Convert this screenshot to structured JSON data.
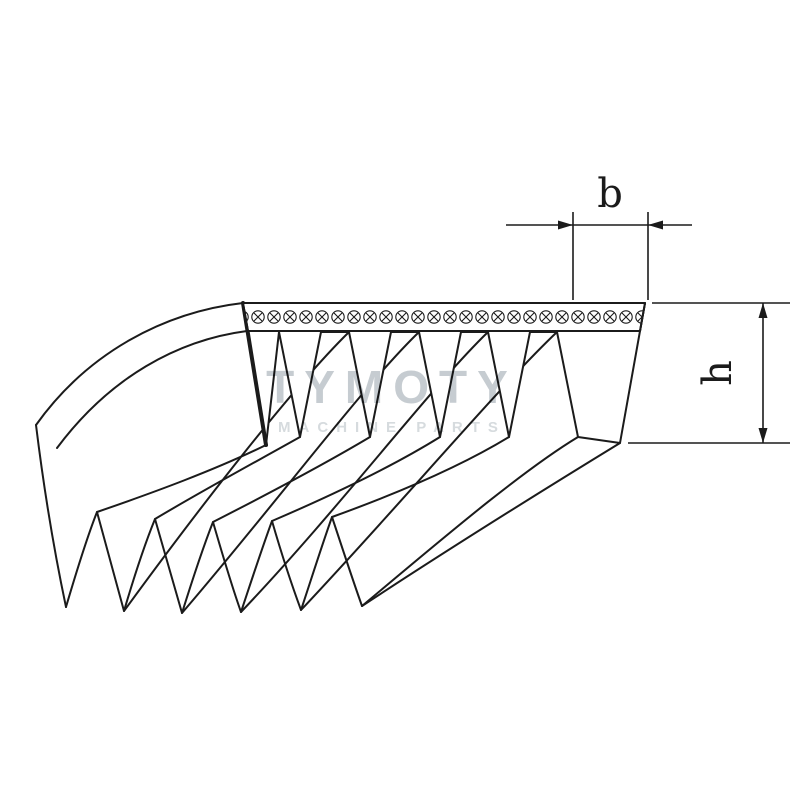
{
  "diagram": {
    "dimensions": {
      "width_label": "b",
      "height_label": "h"
    },
    "watermark": {
      "title": "TYMOTY",
      "subtitle": "MACHINE PARTS"
    },
    "colors": {
      "line": "#1b1b1b",
      "watermark_title": "#bdc4c9",
      "watermark_subtitle": "#ccd2d6",
      "background": "#ffffff"
    }
  }
}
